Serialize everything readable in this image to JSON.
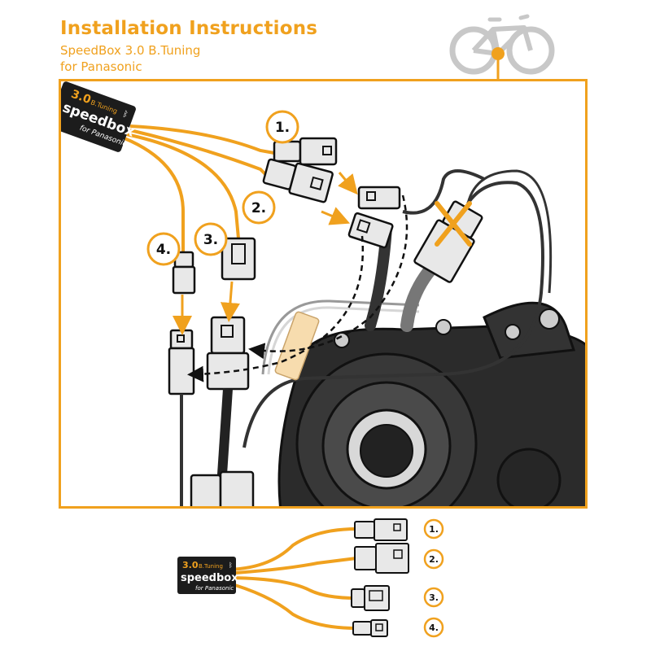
{
  "header": {
    "title": "Installation Instructions",
    "subtitle_line1": "SpeedBox 3.0 B.Tuning",
    "subtitle_line2": "for Panasonic"
  },
  "device": {
    "version": "3.0",
    "variant": "B.Tuning",
    "brand": "speedbox",
    "compat": "for Panasonic",
    "bluetooth_symbol": "ᛒ"
  },
  "steps": [
    {
      "label": "1."
    },
    {
      "label": "2."
    },
    {
      "label": "3."
    },
    {
      "label": "4."
    }
  ],
  "legend": [
    {
      "label": "1."
    },
    {
      "label": "2."
    },
    {
      "label": "3."
    },
    {
      "label": "4."
    }
  ],
  "colors": {
    "accent": "#F0A11E",
    "cable": "#333333",
    "motor": "#2b2b2b",
    "connector": "#e8e8e8"
  },
  "icons": {
    "bike": "ebike-icon",
    "cross": "cross-out-icon"
  }
}
